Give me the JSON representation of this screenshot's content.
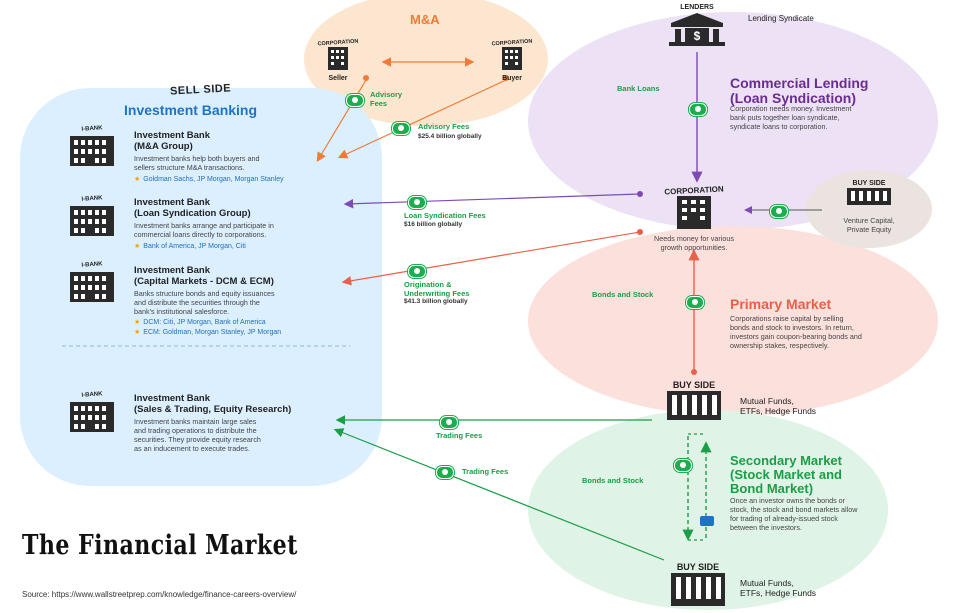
{
  "sell_side": {
    "badge": "SELL SIDE",
    "title": "Investment Banking",
    "banks": [
      {
        "icon_tag": "I-BANK",
        "title_line1": "Investment Bank",
        "title_line2": "(M&A Group)",
        "desc_lines": [
          "Investment banks help both buyers and",
          "sellers structure M&A transactions."
        ],
        "firms": [
          "Goldman Sachs, JP Morgan, Morgan Stanley"
        ]
      },
      {
        "icon_tag": "I-BANK",
        "title_line1": "Investment Bank",
        "title_line2": "(Loan Syndication Group)",
        "desc_lines": [
          "Investment banks arrange and participate in",
          "commercial loans directly to corporations."
        ],
        "firms": [
          "Bank of America, JP Morgan, Citi"
        ]
      },
      {
        "icon_tag": "I-BANK",
        "title_line1": "Investment Bank",
        "title_line2": "(Capital Markets - DCM & ECM)",
        "desc_lines": [
          "Banks structure bonds and equity issuances",
          "and distribute the securities through the",
          "bank's institutional salesforce."
        ],
        "firms": [
          "DCM: Citi, JP Morgan, Bank of America",
          "ECM: Goldman, Morgan Stanley, JP Morgan"
        ]
      },
      {
        "icon_tag": "I-BANK",
        "title_line1": "Investment Bank",
        "title_line2": "(Sales & Trading, Equity Research)",
        "desc_lines": [
          "Investment banks maintain large sales",
          "and trading operations to distribute the",
          "securities. They provide equity research",
          "as an inducement to execute trades."
        ],
        "firms": []
      }
    ]
  },
  "ma": {
    "title": "M&A",
    "seller_tag": "CORPORATION",
    "seller_label": "Seller",
    "buyer_tag": "CORPORATION",
    "buyer_label": "Buyer",
    "advisory_fees_left": "Advisory Fees",
    "advisory_fees_right": "Advisory Fees",
    "advisory_sub": "$25.4 billion globally"
  },
  "lenders": {
    "tag": "LENDERS",
    "label": "Lending Syndicate",
    "bank_loans": "Bank Loans"
  },
  "commercial_lending": {
    "title_line1": "Commercial Lending",
    "title_line2": "(Loan Syndication)",
    "desc_lines": [
      "Corporation needs money. Investment",
      "bank puts together loan syndicate,",
      "syndicate loans to corporation."
    ]
  },
  "corporation": {
    "tag": "CORPORATION",
    "desc_lines": [
      "Needs money for various",
      "growth opportunities."
    ],
    "loan_fees": "Loan Syndication Fees",
    "loan_fees_sub": "$16 billion globally",
    "orig_fees_line1": "Origination &",
    "orig_fees_line2": "Underwriting Fees",
    "orig_fees_sub": "$41.3 billion globally"
  },
  "buy_side_pe": {
    "tag": "BUY SIDE",
    "label_lines": [
      "Venture Capital,",
      "Private Equity"
    ]
  },
  "primary_market": {
    "title": "Primary Market",
    "flow_label": "Bonds and Stock",
    "desc_lines": [
      "Corporations raise capital by selling",
      "bonds and stock to investors. In return,",
      "investors gain coupon-bearing bonds and",
      "ownership stakes, respectively."
    ]
  },
  "buy_side_funds_1": {
    "tag": "BUY SIDE",
    "label_lines": [
      "Mutual Funds,",
      "ETFs, Hedge Funds"
    ],
    "trading_fees": "Trading Fees"
  },
  "secondary_market": {
    "title_lines": [
      "Secondary Market",
      "(Stock Market and",
      "Bond Market)"
    ],
    "flow_label": "Bonds and Stock",
    "desc_lines": [
      "Once an investor owns the bonds or",
      "stock, the stock and bond markets allow",
      "for trading of already-issued stock",
      "between the investors."
    ]
  },
  "buy_side_funds_2": {
    "tag": "BUY SIDE",
    "label_lines": [
      "Mutual Funds,",
      "ETFs, Hedge Funds"
    ],
    "trading_fees": "Trading Fees"
  },
  "footer": {
    "main_title": "The Financial Market",
    "source": "Source: https://www.wallstreetprep.com/knowledge/finance-careers-overview/"
  },
  "colors": {
    "sell_side_bg": "#dcefff",
    "ma_bubble": "#fde6cf",
    "lending_bubble": "#ece1f5",
    "primary_bubble": "#fbe0dc",
    "secondary_bubble": "#dff3e6",
    "buyside_pe_bubble": "#ebe3df",
    "orange": "#f07a3a",
    "purple": "#7e4bb5",
    "red": "#e8604a",
    "green": "#1a9e46",
    "blue": "#1f73c4"
  }
}
